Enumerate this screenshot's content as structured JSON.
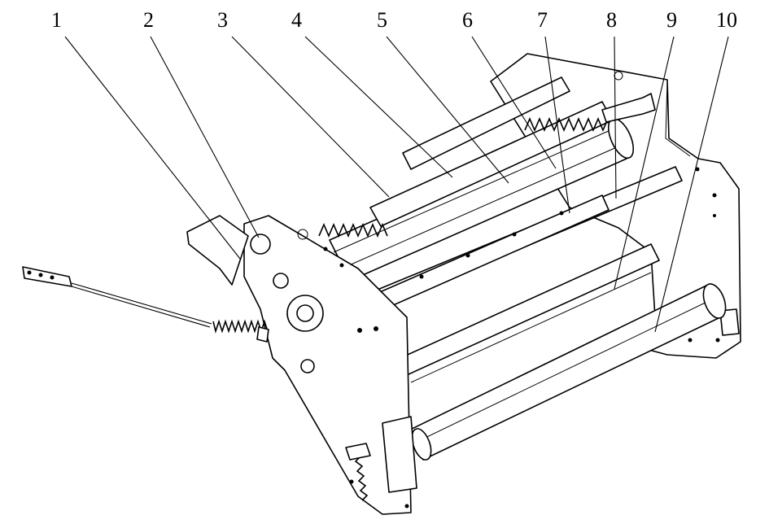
{
  "figure": {
    "callouts": [
      {
        "number": "1"
      },
      {
        "number": "2"
      },
      {
        "number": "3"
      },
      {
        "number": "4"
      },
      {
        "number": "5"
      },
      {
        "number": "6"
      },
      {
        "number": "7"
      },
      {
        "number": "8"
      },
      {
        "number": "9"
      },
      {
        "number": "10"
      }
    ]
  }
}
